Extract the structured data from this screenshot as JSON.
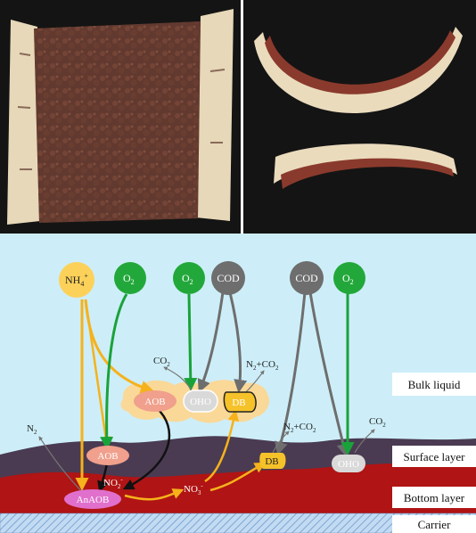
{
  "nodes": {
    "nh4": {
      "base": "NH",
      "sub": "4",
      "sup": "+"
    },
    "o2_a": {
      "base": "O",
      "sub": "2"
    },
    "o2_b": {
      "base": "O",
      "sub": "2"
    },
    "cod_a": "COD",
    "cod_b": "COD",
    "o2_c": {
      "base": "O",
      "sub": "2"
    }
  },
  "bacteria": {
    "aob_bulk": "AOB",
    "oho_bulk": "OHO",
    "db_bulk": "DB",
    "aob_surface": "AOB",
    "anaob": "AnAOB",
    "db_surface": "DB",
    "oho_surface": "OHO"
  },
  "gases": {
    "co2_a": {
      "base": "CO",
      "sub": "2"
    },
    "n2co2_a": {
      "p1": "N",
      "s1": "2",
      "p2": "+CO",
      "s2": "2"
    },
    "n2": {
      "base": "N",
      "sub": "2"
    },
    "n2co2_b": {
      "p1": "N",
      "s1": "2",
      "p2": "+CO",
      "s2": "2"
    },
    "co2_b": {
      "base": "CO",
      "sub": "2"
    }
  },
  "ions": {
    "no2": {
      "base": "NO",
      "sub": "2",
      "sup": "-"
    },
    "no3": {
      "base": "NO",
      "sub": "3",
      "sup": "-"
    }
  },
  "layers": {
    "bulk": "Bulk liquid",
    "surface": "Surface layer",
    "bottom": "Bottom layer",
    "carrier": "Carrier"
  },
  "colors": {
    "bulk_liquid": "#cdeef8",
    "surface_layer": "#4a3b52",
    "bottom_layer": "#b01414",
    "carrier": "#b8d4ee",
    "nh4_node": "#fcd15a",
    "o2_node": "#22a83a",
    "cod_node": "#6e6e6e",
    "aob_cell": "#f0a08c",
    "anaob_cell": "#e070cc",
    "db_cell": "#f6c22a",
    "oho_cell": "#d9d9d9",
    "floc": "#fad898",
    "arrow_orange": "#f5b21c",
    "arrow_green": "#1aa23a",
    "arrow_gray": "#6e6e6e"
  }
}
